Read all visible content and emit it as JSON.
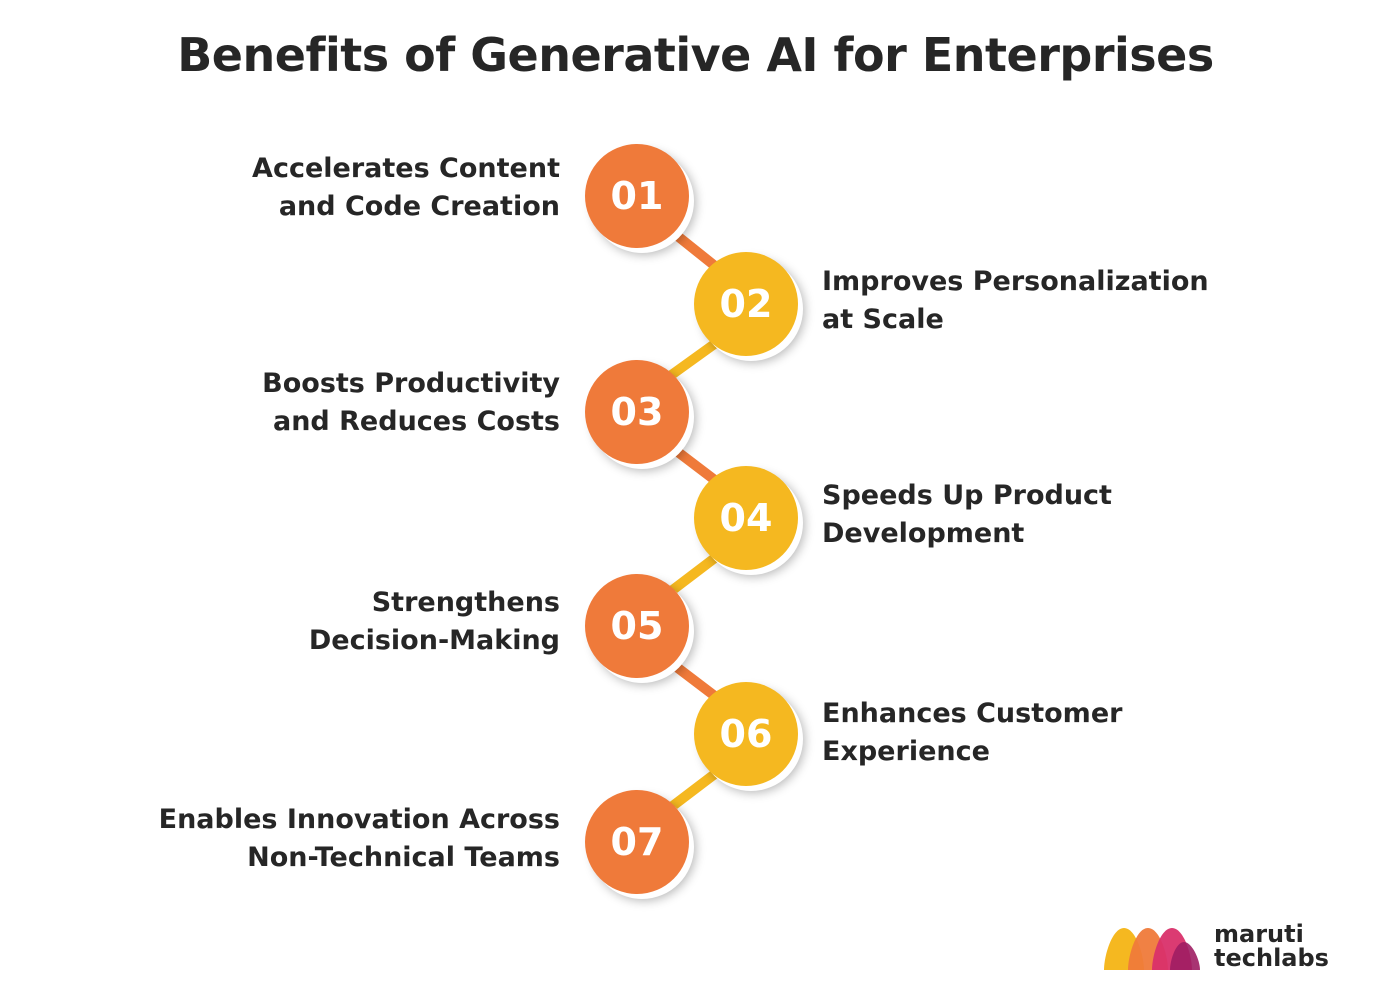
{
  "title": "Benefits of Generative AI for Enterprises",
  "steps": [
    {
      "number": "01",
      "line1": "Accelerates Content",
      "line2": "and Code Creation"
    },
    {
      "number": "02",
      "line1": "Improves Personalization",
      "line2": "at Scale"
    },
    {
      "number": "03",
      "line1": "Boosts Productivity",
      "line2": "and Reduces Costs"
    },
    {
      "number": "04",
      "line1": "Speeds Up Product",
      "line2": "Development"
    },
    {
      "number": "05",
      "line1": "Strengthens",
      "line2": "Decision-Making"
    },
    {
      "number": "06",
      "line1": "Enhances Customer",
      "line2": "Experience"
    },
    {
      "number": "07",
      "line1": "Enables Innovation Across",
      "line2": "Non-Technical Teams"
    }
  ],
  "colors": {
    "orange": "#EF7A3A",
    "yellow": "#F5B820",
    "text": "#262626"
  },
  "logo": {
    "line1": "maruti",
    "line2": "techlabs"
  }
}
